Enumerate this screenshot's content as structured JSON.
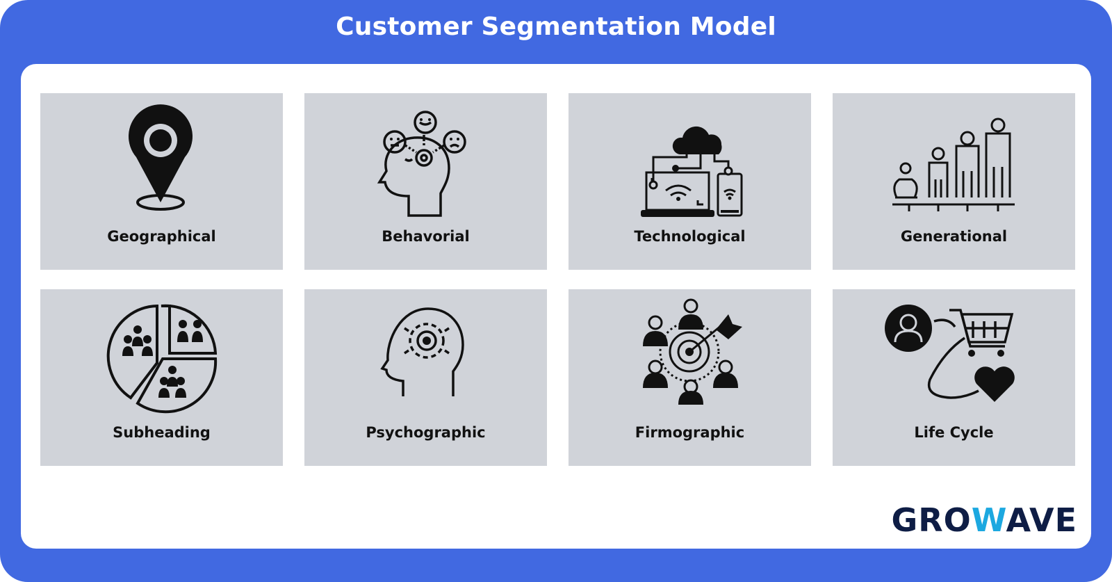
{
  "title": "Customer Segmentation Model",
  "colors": {
    "frame": "#4169E1",
    "panel": "#FFFFFF",
    "card": "#D0D3D9",
    "icon": "#111111",
    "logo_dark": "#0E1D45",
    "logo_accent": "#1CA8E0"
  },
  "segments": [
    {
      "label": "Geographical",
      "icon": "location-pin-icon"
    },
    {
      "label": "Behavorial",
      "icon": "head-emotions-icon"
    },
    {
      "label": "Technological",
      "icon": "devices-cloud-icon"
    },
    {
      "label": "Generational",
      "icon": "age-growth-icon"
    },
    {
      "label": "Subheading",
      "icon": "pie-groups-icon"
    },
    {
      "label": "Psychographic",
      "icon": "head-gear-icon"
    },
    {
      "label": "Firmographic",
      "icon": "target-people-icon"
    },
    {
      "label": "Life Cycle",
      "icon": "customer-journey-icon"
    }
  ],
  "logo": {
    "part1": "GRO",
    "part2": "W",
    "part3": "AVE"
  }
}
